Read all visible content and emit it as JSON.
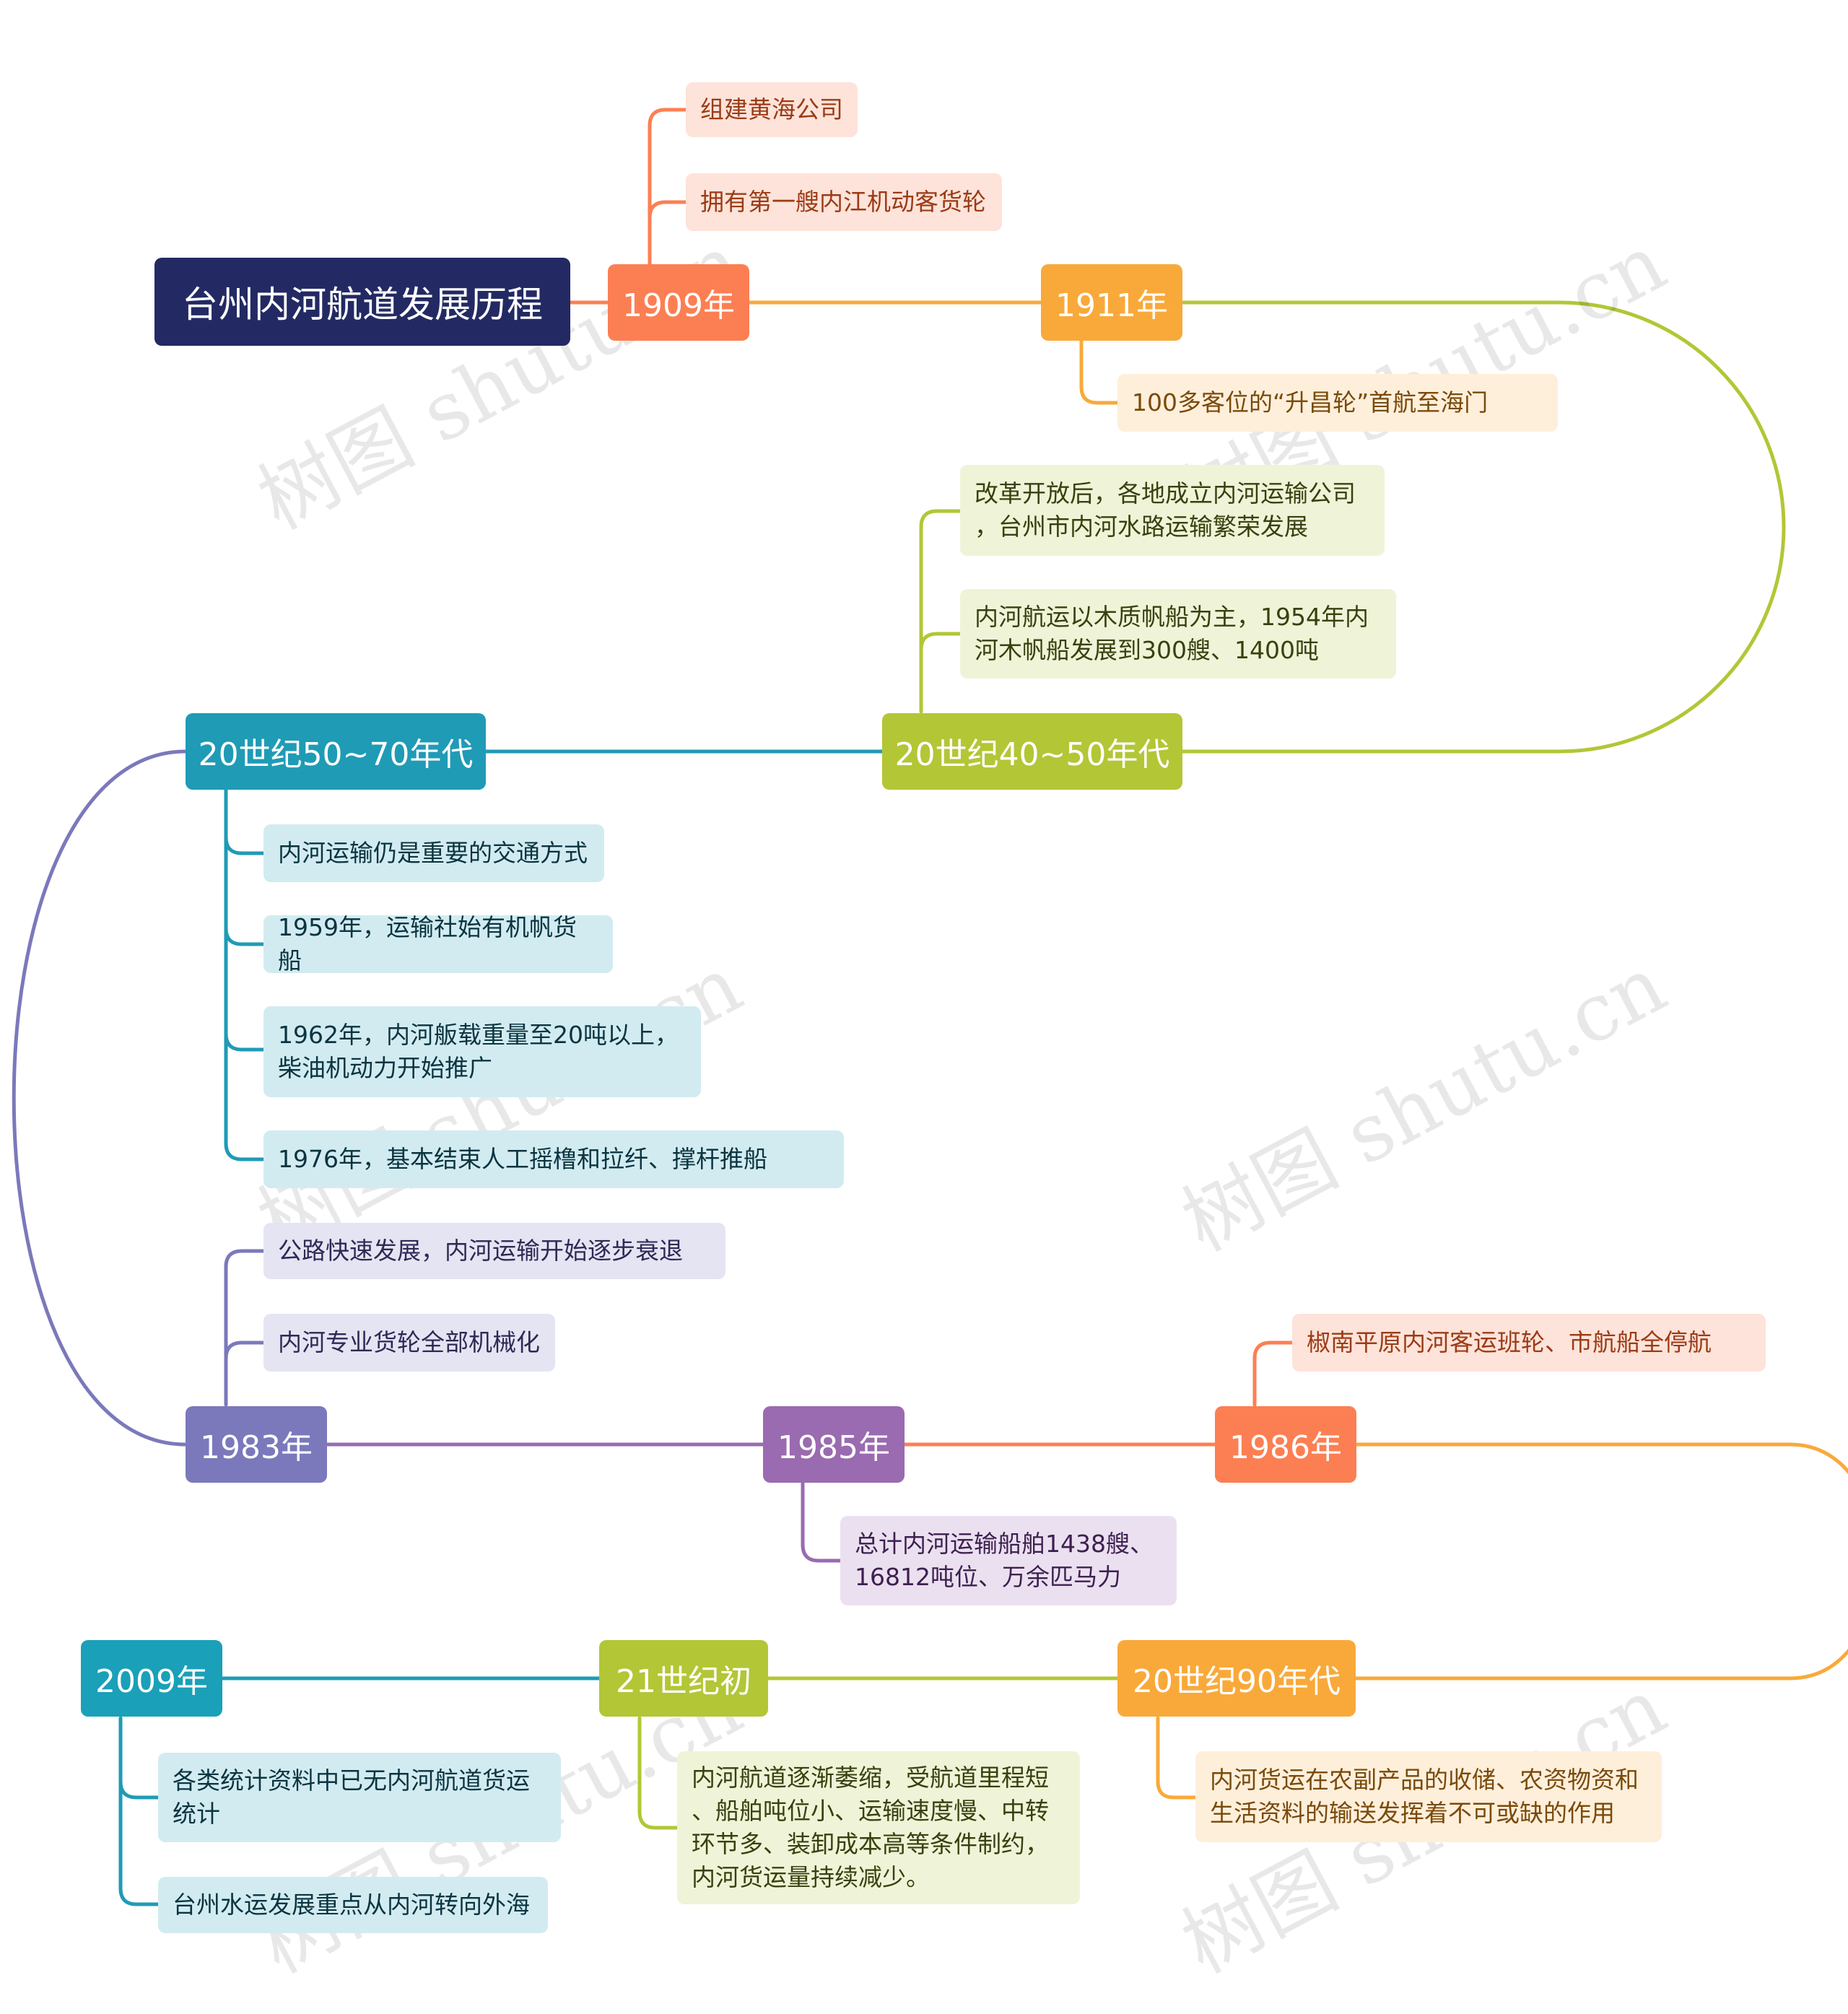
{
  "title": "台州内河航道发展历程",
  "colors": {
    "root": "#232a63",
    "orange": "#fc7f53",
    "amber": "#f9a93a",
    "lime": "#b3c636",
    "teal": "#1f9bb6",
    "violet": "#7b79bb",
    "purple": "#9a6bb0",
    "cyan": "#1aa0b8"
  },
  "nodes": {
    "y1909": {
      "label": "1909年",
      "notes": [
        "组建黄海公司",
        "拥有第一艘内江机动客货轮"
      ]
    },
    "y1911": {
      "label": "1911年",
      "notes": [
        "100多客位的“升昌轮”首航至海门"
      ]
    },
    "c40_50": {
      "label": "20世纪40~50年代",
      "notes": [
        "改革开放后，各地成立内河运输公司\n，台州市内河水路运输繁荣发展",
        "内河航运以木质帆船为主，1954年内\n河木帆船发展到300艘、1400吨"
      ]
    },
    "c50_70": {
      "label": "20世纪50~70年代",
      "notes": [
        "内河运输仍是重要的交通方式",
        "1959年，运输社始有机帆货船",
        "1962年，内河舨载重量至20吨以上，\n柴油机动力开始推广",
        "1976年，基本结束人工摇橹和拉纤、撑杆推船"
      ]
    },
    "y1983": {
      "label": "1983年",
      "notes": [
        "公路快速发展，内河运输开始逐步衰退",
        "内河专业货轮全部机械化"
      ]
    },
    "y1985": {
      "label": "1985年",
      "notes": [
        "总计内河运输船舶1438艘、\n16812吨位、万余匹马力"
      ]
    },
    "y1986": {
      "label": "1986年",
      "notes": [
        "椒南平原内河客运班轮、市航船全停航"
      ]
    },
    "c90": {
      "label": "20世纪90年代",
      "notes": [
        "内河货运在农副产品的收储、农资物资和\n生活资料的输送发挥着不可或缺的作用"
      ]
    },
    "c21": {
      "label": "21世纪初",
      "notes": [
        "内河航道逐渐萎缩，受航道里程短\n、船舶吨位小、运输速度慢、中转\n环节多、装卸成本高等条件制约，\n内河货运量持续减少。"
      ]
    },
    "y2009": {
      "label": "2009年",
      "notes": [
        "各类统计资料中已无内河航道货运\n统计",
        "台州水运发展重点从内河转向外海"
      ]
    }
  },
  "watermark": "树图 shutu.cn"
}
